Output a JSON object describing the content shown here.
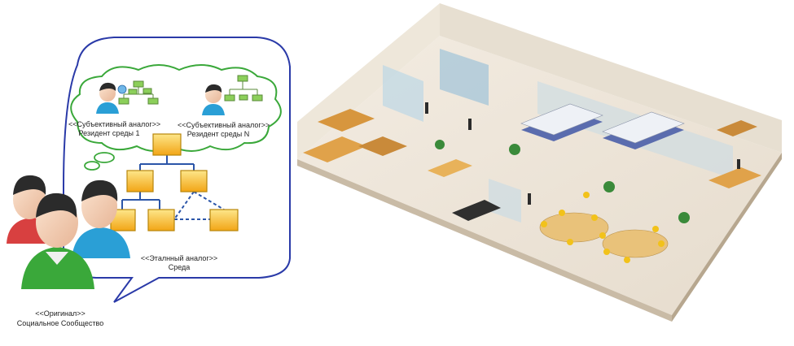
{
  "diagram": {
    "subjective_1": {
      "stereotype": "<<Субъективный аналог>>",
      "name": "Резидент среды 1"
    },
    "subjective_n": {
      "stereotype": "<<Субъективный аналог>>",
      "name": "Резидент среды N"
    },
    "reference": {
      "stereotype": "<<Эталнный аналог>>",
      "name": "Среда"
    },
    "original": {
      "stereotype": "<<Оригинал>>",
      "name": "Социальное Сообщество"
    }
  },
  "colors": {
    "bubble_outline": "#2a3aa8",
    "cloud_outline": "#3aa83a",
    "node_fill": "#f7b928",
    "node_stroke": "#b8860b",
    "connector": "#2b55a8",
    "person_green": "#3aa83a",
    "person_blue": "#2a9fd6",
    "person_red": "#d84040"
  }
}
